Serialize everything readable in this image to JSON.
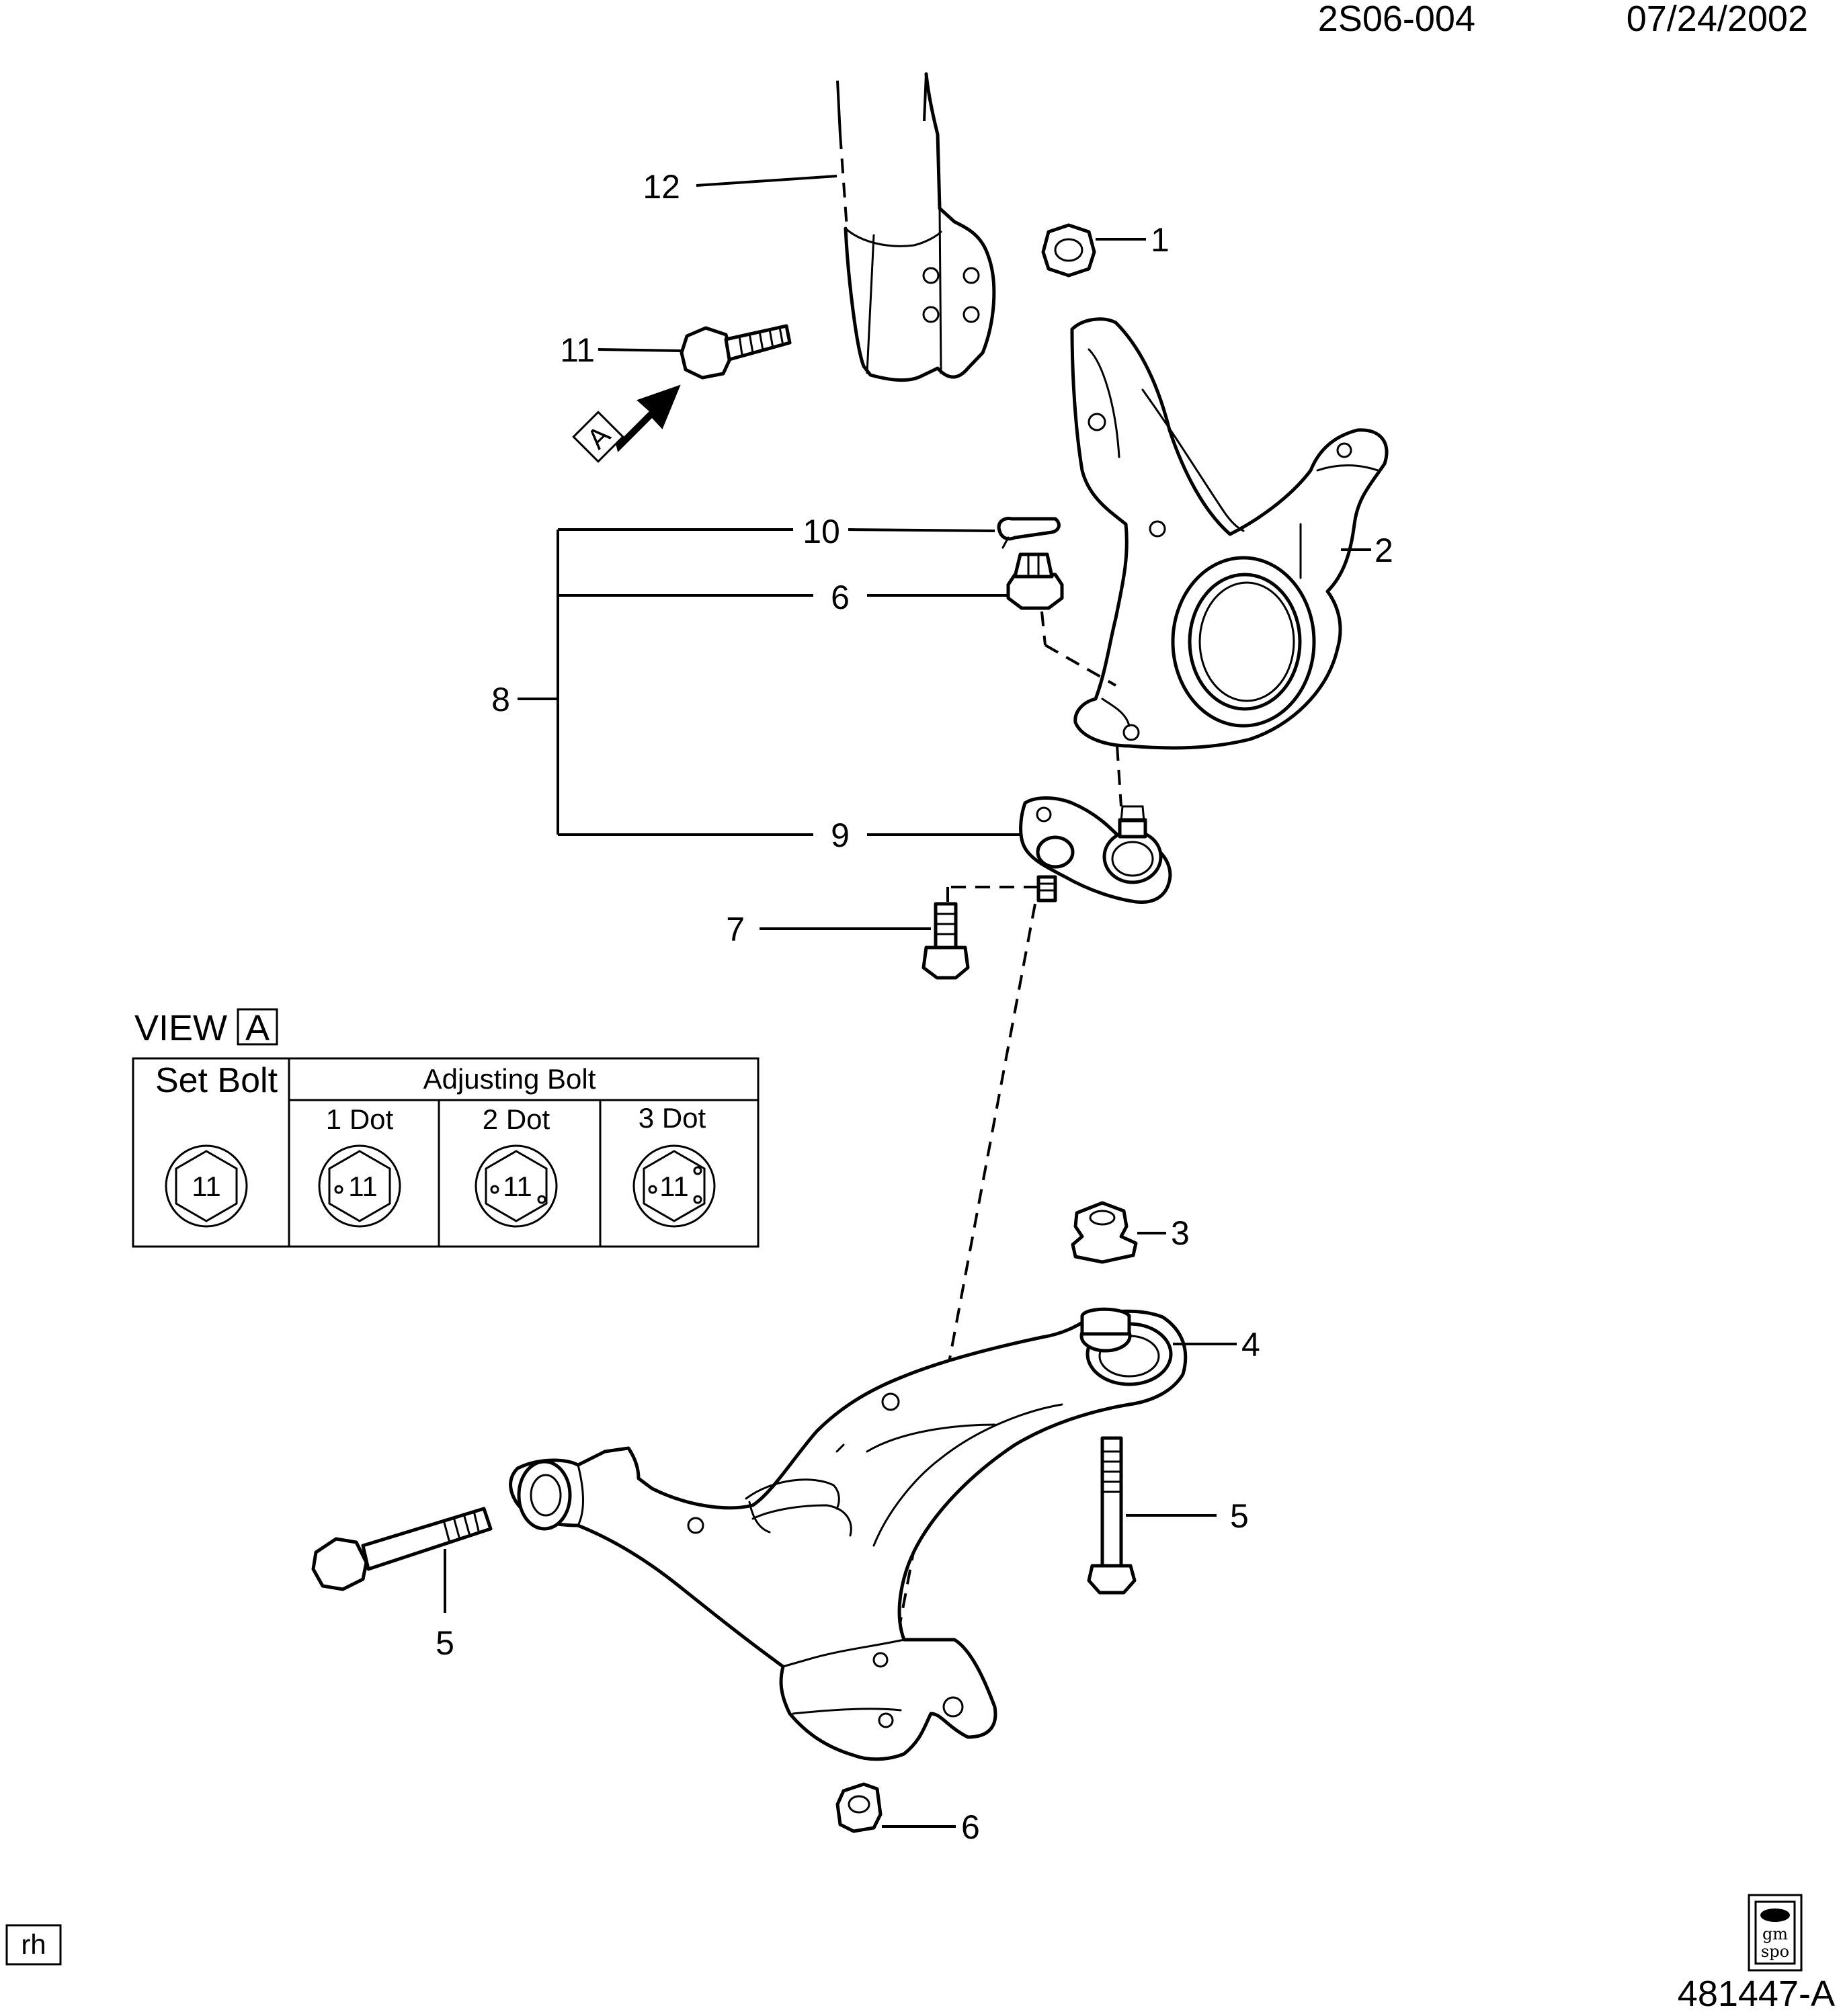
{
  "header": {
    "code": "2S06-004",
    "date": "07/24/2002"
  },
  "footer": {
    "figure_id": "481447-A",
    "side_label": "rh",
    "logo_lines": [
      "gm",
      "spo"
    ]
  },
  "view": {
    "title": "VIEW",
    "letter": "A",
    "arrow_letter": "A"
  },
  "bolt_table": {
    "set_bolt_header": "Set Bolt",
    "adjusting_header": "Adjusting Bolt",
    "columns": [
      {
        "label": "",
        "marking": "11",
        "dots": 0
      },
      {
        "label": "1 Dot",
        "marking": "11",
        "dots": 1
      },
      {
        "label": "2 Dot",
        "marking": "11",
        "dots": 2
      },
      {
        "label": "3 Dot",
        "marking": "11",
        "dots": 3
      }
    ]
  },
  "callouts": {
    "c1": "1",
    "c2": "2",
    "c3": "3",
    "c4": "4",
    "c5a": "5",
    "c5b": "5",
    "c6a": "6",
    "c6b": "6",
    "c7": "7",
    "c8": "8",
    "c9": "9",
    "c10": "10",
    "c11": "11",
    "c12": "12"
  },
  "icons": {
    "view_arrow": "arrow-icon",
    "logo": "gm-spo-logo-icon"
  }
}
